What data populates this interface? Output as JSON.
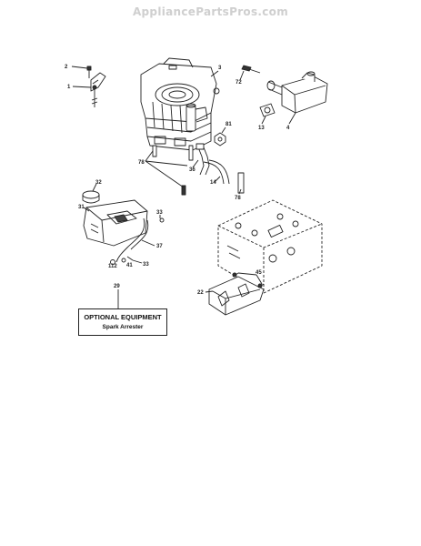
{
  "watermark": "AppliancePartsPros.com",
  "callouts": {
    "c1": "1",
    "c2": "2",
    "c3": "3",
    "c4": "4",
    "c13": "13",
    "c14": "14",
    "c22": "22",
    "c29": "29",
    "c31": "31",
    "c32": "32",
    "c33a": "33",
    "c33b": "33",
    "c36": "36",
    "c37": "37",
    "c41": "41",
    "c45": "45",
    "c72": "72",
    "c78a": "78",
    "c78b": "78",
    "c81": "81",
    "c112": "112"
  },
  "optional_box": {
    "title": "OPTIONAL EQUIPMENT",
    "subtitle": "Spark Arrester"
  }
}
